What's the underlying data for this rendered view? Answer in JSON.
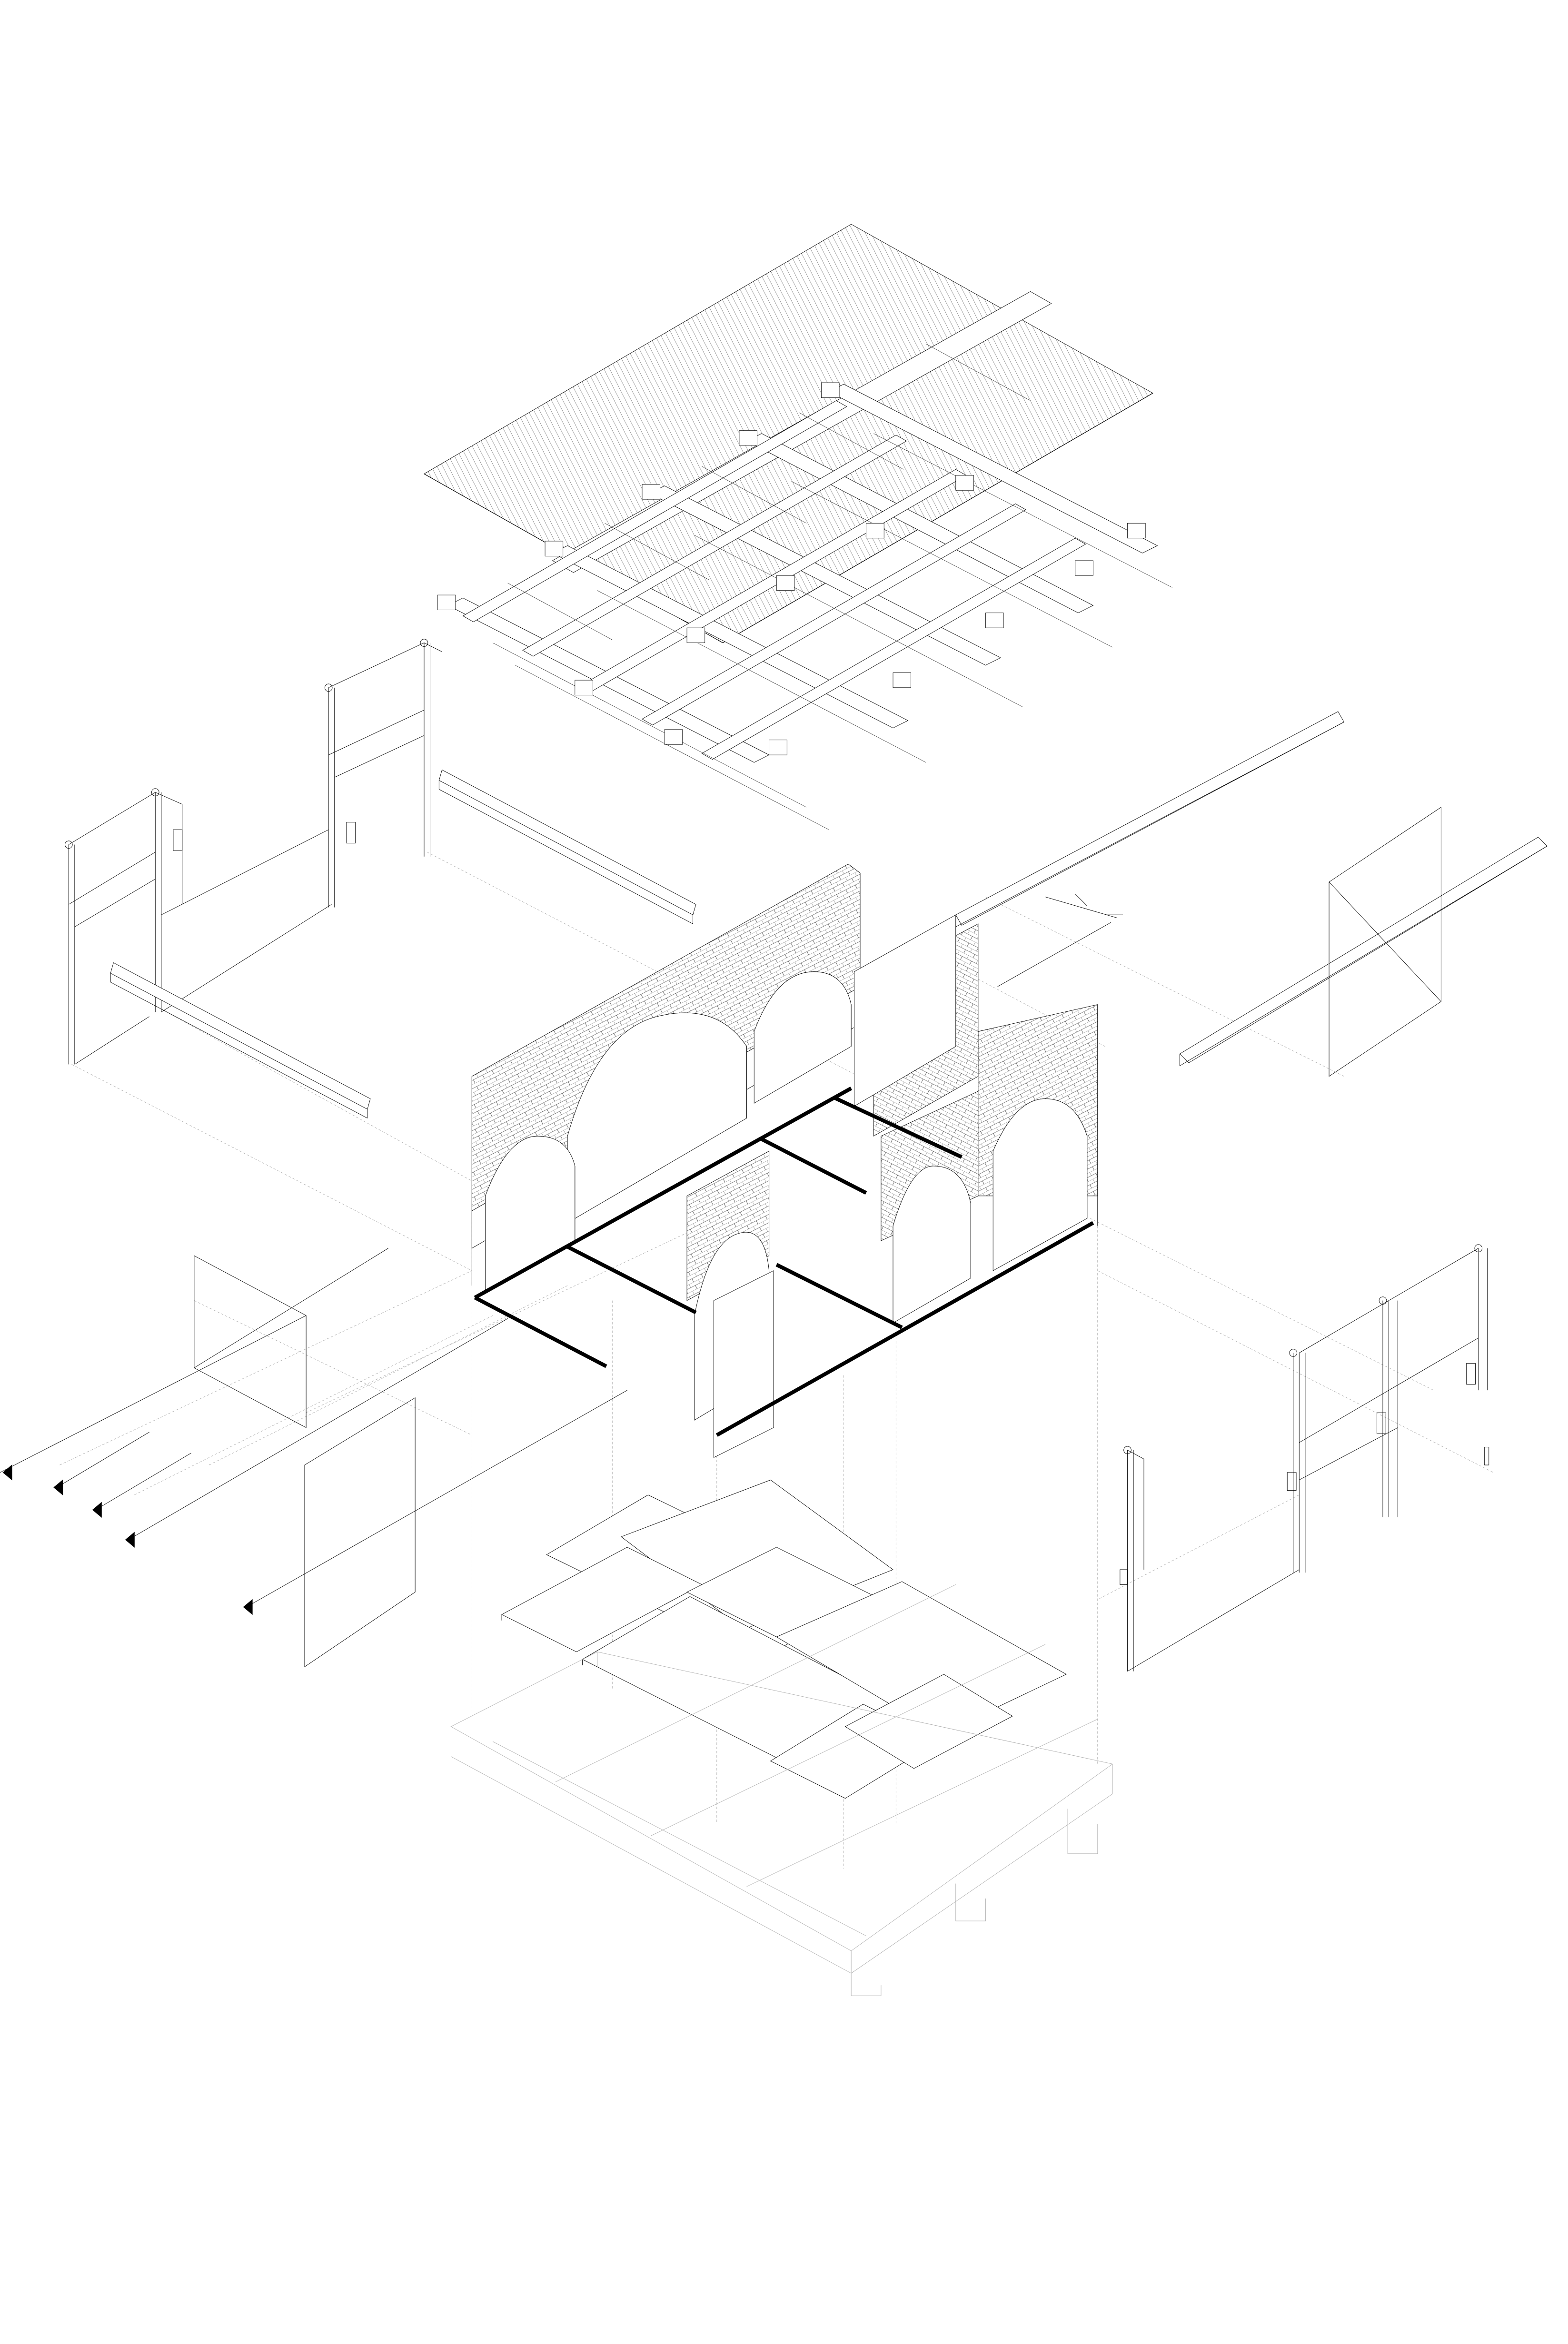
{
  "diagram": {
    "type": "exploded-axonometric",
    "style": {
      "line_color": "#000000",
      "faded_line_color": "#b0b0b0",
      "guide_line_color": "#9a9a9a",
      "wall_fill_color": "#000000",
      "background_color": "#ffffff"
    },
    "components": [
      {
        "id": "roof-sheet",
        "label": ""
      },
      {
        "id": "roof-timber-frame",
        "label": ""
      },
      {
        "id": "left-canvas-screens",
        "label": ""
      },
      {
        "id": "timber-beams",
        "label": ""
      },
      {
        "id": "brick-arched-walls",
        "label": ""
      },
      {
        "id": "black-wall-plan",
        "label": ""
      },
      {
        "id": "hanging-panels",
        "label": ""
      },
      {
        "id": "right-canvas-screens",
        "label": ""
      },
      {
        "id": "floor-panels",
        "label": ""
      },
      {
        "id": "platform-base",
        "label": ""
      }
    ]
  }
}
